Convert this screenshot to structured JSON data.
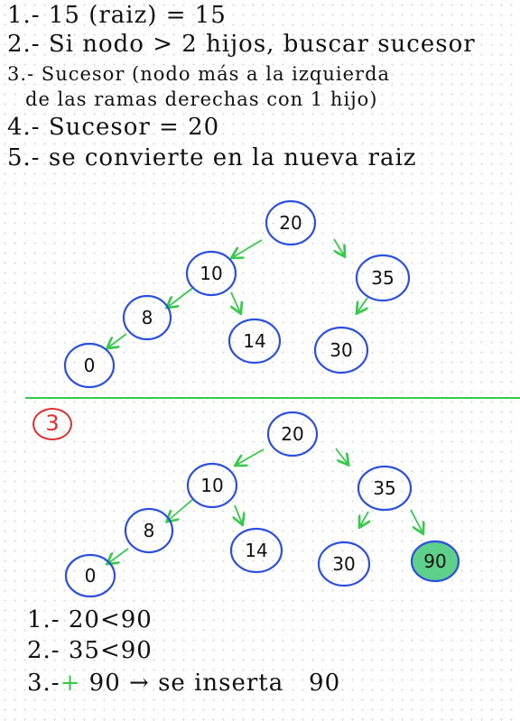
{
  "header_notes": [
    "1.- 15 (raiz) = 15",
    "2.- Si      nodo > 2 hijos, buscar sucesor",
    "3.- Sucesor (nodo más a la izquierda",
    "de las ramas derechas con 1 hijo)",
    "4.- Sucesor = 20",
    "5.- se convierte  en la nueva raiz"
  ],
  "tree_before": {
    "nodes": [
      "20",
      "10",
      "35",
      "8",
      "14",
      "30",
      "0"
    ],
    "edges": [
      [
        "20",
        "10"
      ],
      [
        "20",
        "35"
      ],
      [
        "10",
        "8"
      ],
      [
        "10",
        "14"
      ],
      [
        "35",
        "30"
      ],
      [
        "8",
        "0"
      ]
    ]
  },
  "step_badge": "3",
  "tree_after": {
    "nodes": [
      "20",
      "10",
      "35",
      "8",
      "14",
      "30",
      "90",
      "0"
    ],
    "edges": [
      [
        "20",
        "10"
      ],
      [
        "20",
        "35"
      ],
      [
        "10",
        "8"
      ],
      [
        "10",
        "14"
      ],
      [
        "35",
        "30"
      ],
      [
        "35",
        "90"
      ],
      [
        "8",
        "0"
      ]
    ],
    "highlighted": "90"
  },
  "footer_notes": {
    "line1": "1.- 20<90",
    "line2": "2.- 35<90",
    "line3_prefix": "3.-",
    "line3_plus": "+",
    "line3_value": "90",
    "line3_arrow": "→",
    "line3_text": "se inserta",
    "line3_end": "90"
  },
  "colors": {
    "node_outline": "#2b4fe0",
    "edge": "#36c94a",
    "badge": "#e02d2d",
    "highlight": "#5fd08a"
  }
}
